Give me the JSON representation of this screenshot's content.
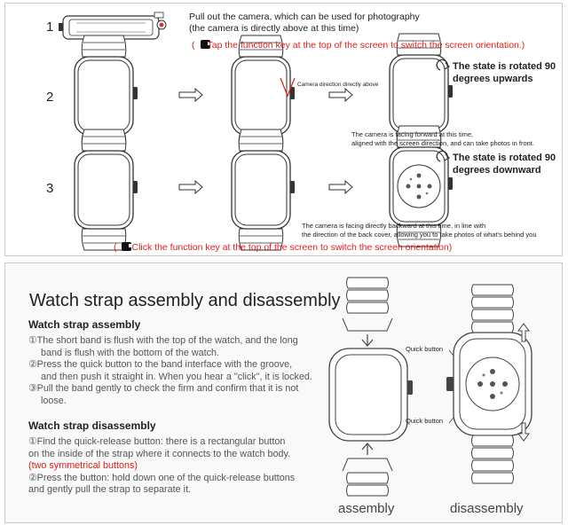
{
  "top": {
    "steps": [
      "1",
      "2",
      "3"
    ],
    "step1_line1": "Pull out the camera, which can be used for photography",
    "step1_line2": "(the camera is directly above at this time)",
    "instruction_top": "Tap the function key at the top of the screen to switch the screen orientation.)",
    "camera_direction_label": "Camera direction directly above",
    "state_up_line1": "The state is rotated 90",
    "state_up_line2": "degrees upwards",
    "note_front_line1": "The camera is facing forward at this time,",
    "note_front_line2": "aligned with the screen direction, and can take photos in front.",
    "state_down_line1": "The state is rotated 90",
    "state_down_line2": "degrees downward",
    "note_back_line1": "The camera is facing directly backward at this time, in line with",
    "note_back_line2": "the direction of the back cover, allowing you to take photos of what's behind you",
    "instruction_bottom": "Click the function key at the top of the screen to switch the screen orientation)"
  },
  "bottom": {
    "title": "Watch strap assembly and disassembly",
    "assembly_heading": "Watch strap assembly",
    "assembly_lines": [
      "①The short band is flush with the top of the watch, and the long",
      "band is flush with the bottom of the watch.",
      "②Press the quick button to the band interface with the groove,",
      "and then push it straight in. When you hear a \"click\", it is locked.",
      "③Pull the band gently to check the firm and confirm that it is not",
      "loose."
    ],
    "disassembly_heading": "Watch strap disassembly",
    "disassembly_lines": [
      "①Find the quick-release button: there is a rectangular button",
      "on the inside of the strap where it connects to the watch body."
    ],
    "disassembly_red": "(two symmetrical buttons)",
    "disassembly_lines2": [
      "②Press the button: hold down one of the quick-release buttons",
      "and gently pull the strap to separate it."
    ],
    "quick_button_label_1": "Quick button",
    "quick_button_label_2": "Quick button",
    "assembly_label": "assembly",
    "disassembly_label": "disassembly"
  }
}
